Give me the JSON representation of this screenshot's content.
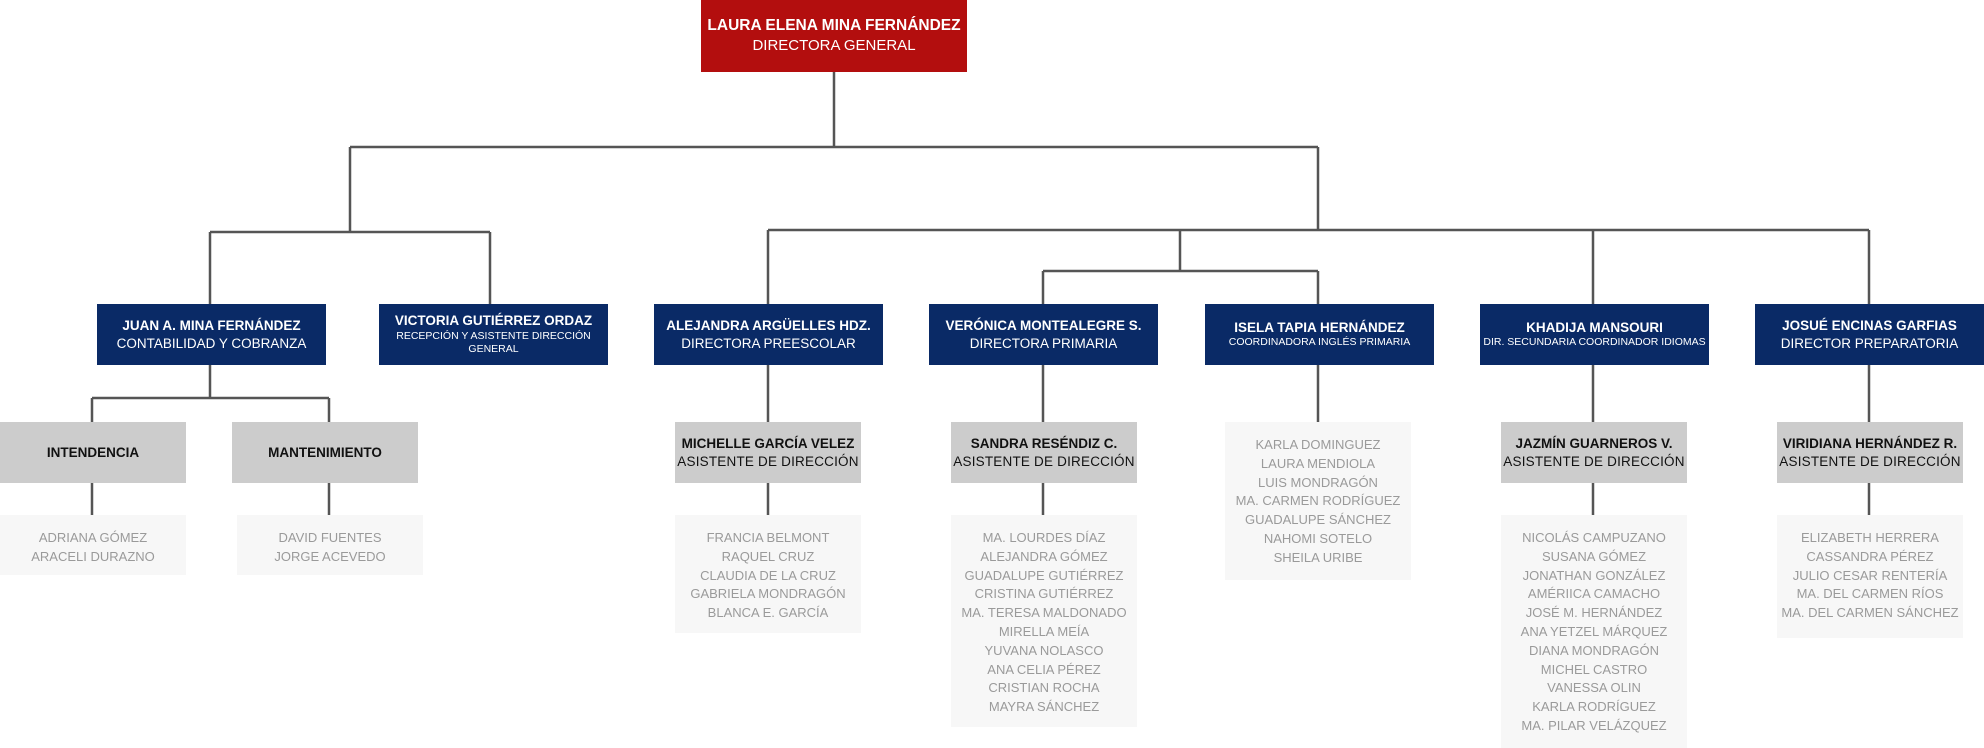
{
  "colors": {
    "director": "#b30e0e",
    "manager": "#0a2a66",
    "assistant": "#cccccc",
    "staff": "#f7f7f7",
    "line": "#555555"
  },
  "director": {
    "name": "LAURA ELENA MINA FERNÁNDEZ",
    "role": "DIRECTORA GENERAL"
  },
  "managers": [
    {
      "name": "JUAN A. MINA FERNÁNDEZ",
      "role": "CONTABILIDAD Y COBRANZA"
    },
    {
      "name": "VICTORIA GUTIÉRREZ ORDAZ",
      "role": "RECEPCIÓN Y ASISTENTE DIRECCIÓN GENERAL"
    },
    {
      "name": "ALEJANDRA ARGÜELLES HDZ.",
      "role": "DIRECTORA PREESCOLAR"
    },
    {
      "name": "VERÓNICA MONTEALEGRE S.",
      "role": "DIRECTORA PRIMARIA"
    },
    {
      "name": "ISELA TAPIA HERNÁNDEZ",
      "role": "COORDINADORA INGLÉS PRIMARIA"
    },
    {
      "name": "KHADIJA MANSOURI",
      "role": "DIR. SECUNDARIA COORDINADOR IDIOMAS"
    },
    {
      "name": "JOSUÉ ENCINAS GARFIAS",
      "role": "DIRECTOR PREPARATORIA"
    }
  ],
  "departments": [
    {
      "label": "INTENDENCIA",
      "staff": [
        "ADRIANA GÓMEZ",
        "ARACELI DURAZNO"
      ]
    },
    {
      "label": "MANTENIMIENTO",
      "staff": [
        "DAVID FUENTES",
        "JORGE ACEVEDO"
      ]
    }
  ],
  "assistants": [
    {
      "name": "MICHELLE GARCÍA VELEZ",
      "role": "ASISTENTE DE DIRECCIÓN"
    },
    {
      "name": "SANDRA RESÉNDIZ C.",
      "role": "ASISTENTE DE DIRECCIÓN"
    },
    {
      "name": "JAZMÍN GUARNEROS V.",
      "role": "ASISTENTE DE DIRECCIÓN"
    },
    {
      "name": "VIRIDIANA HERNÁNDEZ R.",
      "role": "ASISTENTE DE DIRECCIÓN"
    }
  ],
  "staff_lists": {
    "preescolar": [
      "FRANCIA BELMONT",
      "RAQUEL CRUZ",
      "CLAUDIA DE LA CRUZ",
      "GABRIELA MONDRAGÓN",
      "BLANCA E. GARCÍA"
    ],
    "primaria": [
      "MA. LOURDES DÍAZ",
      "ALEJANDRA GÓMEZ",
      "GUADALUPE GUTIÉRREZ",
      "CRISTINA GUTIÉRREZ",
      "MA. TERESA MALDONADO",
      "MIRELLA MEÍA",
      "YUVANA NOLASCO",
      "ANA CELIA PÉREZ",
      "CRISTIAN ROCHA",
      "MAYRA SÁNCHEZ"
    ],
    "ingles": [
      "KARLA DOMINGUEZ",
      "LAURA MENDIOLA",
      "LUIS MONDRAGÓN",
      "MA. CARMEN RODRÍGUEZ",
      "GUADALUPE SÁNCHEZ",
      "NAHOMI SOTELO",
      "SHEILA URIBE"
    ],
    "secundaria": [
      "NICOLÁS CAMPUZANO",
      "SUSANA GÓMEZ",
      "JONATHAN GONZÁLEZ",
      "AMÉRIICA CAMACHO",
      "JOSÉ M. HERNÁNDEZ",
      "ANA YETZEL MÁRQUEZ",
      "DIANA MONDRAGÓN",
      "MICHEL CASTRO",
      "VANESSA OLIN",
      "KARLA RODRÍGUEZ",
      "MA. PILAR VELÁZQUEZ"
    ],
    "preparatoria": [
      "ELIZABETH HERRERA",
      "CASSANDRA PÉREZ",
      "JULIO CESAR RENTERÍA",
      "MA. DEL CARMEN RÍOS",
      "MA. DEL CARMEN SÁNCHEZ"
    ]
  }
}
